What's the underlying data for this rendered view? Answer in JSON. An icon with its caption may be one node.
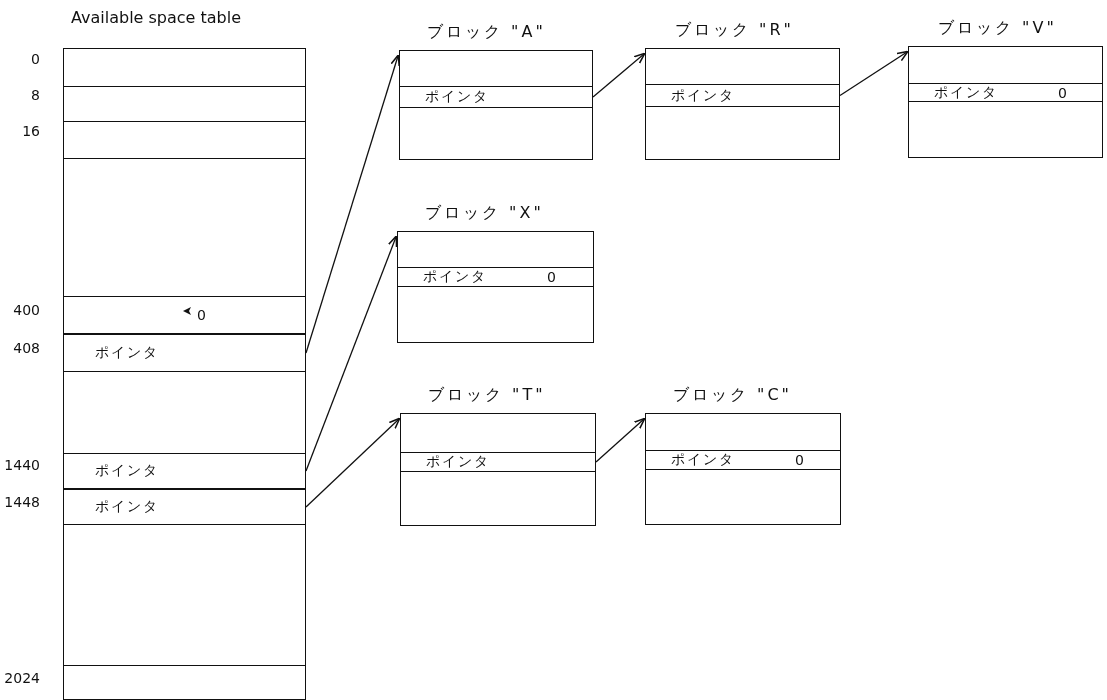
{
  "diagram": {
    "nodes": [
      {
        "text": [
          "Available space table"
        ]
      },
      {
        "text": [
          "0"
        ],
        "in": 0
      },
      {
        "text": [
          "ポインタ"
        ],
        "in": 0
      },
      {
        "text": [
          "ポインタ"
        ],
        "in": 0
      },
      {
        "text": [
          "ポインタ"
        ],
        "in": 0
      },
      {
        "text": [
          "ブロック \"A\""
        ]
      },
      {
        "text": [
          "ポインタ"
        ],
        "in": 5
      },
      {
        "text": [
          "ブロック \"R\""
        ]
      },
      {
        "text": [
          "ポインタ"
        ],
        "in": 7
      },
      {
        "text": [
          "ブロック \"V\""
        ]
      },
      {
        "text": [
          "ポインタ",
          "0"
        ],
        "in": 9
      },
      {
        "text": [
          "ブロック \"X\""
        ]
      },
      {
        "text": [
          "ポインタ",
          "0"
        ],
        "in": 11
      },
      {
        "text": [
          "ブロック \"T\""
        ]
      },
      {
        "text": [
          "ポインタ"
        ],
        "in": 13
      },
      {
        "text": [
          "ブロック \"C\""
        ]
      },
      {
        "text": [
          "ポインタ",
          "0"
        ],
        "in": 15
      }
    ],
    "edges": [
      {
        "from": 2,
        "to": 5,
        "arrow": "to"
      },
      {
        "from": 3,
        "to": 11,
        "arrow": "to"
      },
      {
        "from": 4,
        "to": 13,
        "arrow": "to"
      },
      {
        "from": 6,
        "to": 7,
        "arrow": "to"
      },
      {
        "from": 8,
        "to": 9,
        "arrow": "to"
      },
      {
        "from": 14,
        "to": 15,
        "arrow": "to"
      }
    ],
    "labels": [
      "0",
      "8",
      "16",
      "400",
      "408",
      "1440",
      "1448",
      "2024"
    ]
  }
}
